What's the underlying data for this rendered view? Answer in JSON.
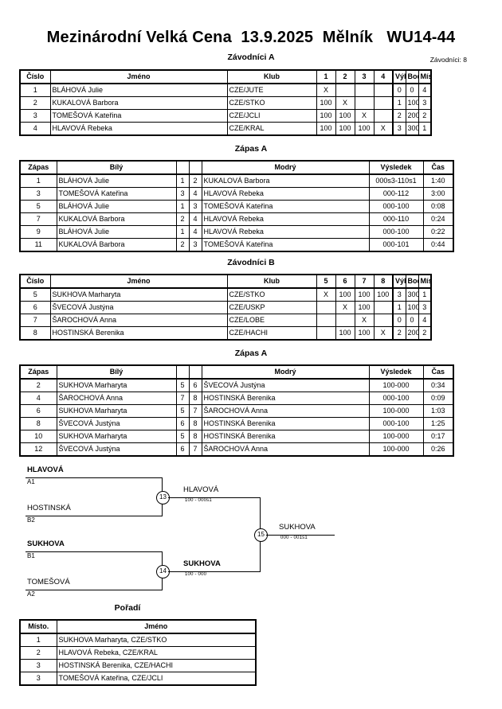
{
  "header": {
    "title": "Mezinárodní Velká Cena  13.9.2025  Mělník   WU14-44",
    "entrants_label": "Závodníci: 8"
  },
  "group_a": {
    "caption": "Závodníci A",
    "columns": [
      "Číslo",
      "Jméno",
      "Klub",
      "1",
      "2",
      "3",
      "4",
      "Výhra",
      "Body",
      "Místo."
    ],
    "rows": [
      {
        "cislo": "1",
        "jmeno": "BLÁHOVÁ Julie",
        "klub": "CZE/JUTE",
        "m": [
          "X",
          "",
          "",
          ""
        ],
        "vyhra": "0",
        "body": "0",
        "misto": "4"
      },
      {
        "cislo": "2",
        "jmeno": "KUKALOVÁ Barbora",
        "klub": "CZE/STKO",
        "m": [
          "100",
          "X",
          "",
          ""
        ],
        "vyhra": "1",
        "body": "100",
        "misto": "3"
      },
      {
        "cislo": "3",
        "jmeno": "TOMEŠOVÁ Kateřina",
        "klub": "CZE/JCLI",
        "m": [
          "100",
          "100",
          "X",
          ""
        ],
        "vyhra": "2",
        "body": "200",
        "misto": "2"
      },
      {
        "cislo": "4",
        "jmeno": "HLAVOVÁ Rebeka",
        "klub": "CZE/KRAL",
        "m": [
          "100",
          "100",
          "100",
          "X"
        ],
        "vyhra": "3",
        "body": "300",
        "misto": "1"
      }
    ]
  },
  "matches_a": {
    "caption": "Zápas A",
    "columns": [
      "Zápas",
      "Bílý",
      "",
      "",
      "Modrý",
      "Výsledek",
      "Čas"
    ],
    "rows": [
      {
        "zapas": "1",
        "bily": "BLÁHOVÁ Julie",
        "n1": "1",
        "n2": "2",
        "modry": "KUKALOVÁ Barbora",
        "vysledek": "000s3-110s1",
        "cas": "1:40",
        "winner": "blue"
      },
      {
        "zapas": "3",
        "bily": "TOMEŠOVÁ Kateřina",
        "n1": "3",
        "n2": "4",
        "modry": "HLAVOVÁ Rebeka",
        "vysledek": "000-112",
        "cas": "3:00",
        "winner": "blue"
      },
      {
        "zapas": "5",
        "bily": "BLÁHOVÁ Julie",
        "n1": "1",
        "n2": "3",
        "modry": "TOMEŠOVÁ Kateřina",
        "vysledek": "000-100",
        "cas": "0:08",
        "winner": "blue"
      },
      {
        "zapas": "7",
        "bily": "KUKALOVÁ Barbora",
        "n1": "2",
        "n2": "4",
        "modry": "HLAVOVÁ Rebeka",
        "vysledek": "000-110",
        "cas": "0:24",
        "winner": "blue"
      },
      {
        "zapas": "9",
        "bily": "BLÁHOVÁ Julie",
        "n1": "1",
        "n2": "4",
        "modry": "HLAVOVÁ Rebeka",
        "vysledek": "000-100",
        "cas": "0:22",
        "winner": "blue"
      },
      {
        "zapas": "11",
        "bily": "KUKALOVÁ Barbora",
        "n1": "2",
        "n2": "3",
        "modry": "TOMEŠOVÁ Kateřina",
        "vysledek": "000-101",
        "cas": "0:44",
        "winner": "blue"
      }
    ]
  },
  "group_b": {
    "caption": "Závodníci B",
    "columns": [
      "Číslo",
      "Jméno",
      "Klub",
      "5",
      "6",
      "7",
      "8",
      "Výhra",
      "Body",
      "Místo."
    ],
    "rows": [
      {
        "cislo": "5",
        "jmeno": "SUKHOVA Marharyta",
        "klub": "CZE/STKO",
        "m": [
          "X",
          "100",
          "100",
          "100"
        ],
        "vyhra": "3",
        "body": "300",
        "misto": "1"
      },
      {
        "cislo": "6",
        "jmeno": "ŠVECOVÁ Justýna",
        "klub": "CZE/USKP",
        "m": [
          "",
          "X",
          "100",
          ""
        ],
        "vyhra": "1",
        "body": "100",
        "misto": "3"
      },
      {
        "cislo": "7",
        "jmeno": "ŠAROCHOVÁ Anna",
        "klub": "CZE/LOBE",
        "m": [
          "",
          "",
          "X",
          ""
        ],
        "vyhra": "0",
        "body": "0",
        "misto": "4"
      },
      {
        "cislo": "8",
        "jmeno": "HOSTINSKÁ Berenika",
        "klub": "CZE/HACHI",
        "m": [
          "",
          "100",
          "100",
          "X"
        ],
        "vyhra": "2",
        "body": "200",
        "misto": "2"
      }
    ]
  },
  "matches_b": {
    "caption": "Zápas A",
    "columns": [
      "Zápas",
      "Bílý",
      "",
      "",
      "Modrý",
      "Výsledek",
      "Čas"
    ],
    "rows": [
      {
        "zapas": "2",
        "bily": "SUKHOVA Marharyta",
        "n1": "5",
        "n2": "6",
        "modry": "ŠVECOVÁ Justýna",
        "vysledek": "100-000",
        "cas": "0:34",
        "winner": "white"
      },
      {
        "zapas": "4",
        "bily": "ŠAROCHOVÁ Anna",
        "n1": "7",
        "n2": "8",
        "modry": "HOSTINSKÁ Berenika",
        "vysledek": "000-100",
        "cas": "0:09",
        "winner": "blue"
      },
      {
        "zapas": "6",
        "bily": "SUKHOVA Marharyta",
        "n1": "5",
        "n2": "7",
        "modry": "ŠAROCHOVÁ Anna",
        "vysledek": "100-000",
        "cas": "1:03",
        "winner": "white"
      },
      {
        "zapas": "8",
        "bily": "ŠVECOVÁ Justýna",
        "n1": "6",
        "n2": "8",
        "modry": "HOSTINSKÁ Berenika",
        "vysledek": "000-100",
        "cas": "1:25",
        "winner": "blue"
      },
      {
        "zapas": "10",
        "bily": "SUKHOVA Marharyta",
        "n1": "5",
        "n2": "8",
        "modry": "HOSTINSKÁ Berenika",
        "vysledek": "100-000",
        "cas": "0:17",
        "winner": "white"
      },
      {
        "zapas": "12",
        "bily": "ŠVECOVÁ Justýna",
        "n1": "6",
        "n2": "7",
        "modry": "ŠAROCHOVÁ Anna",
        "vysledek": "100-000",
        "cas": "0:26",
        "winner": "white"
      }
    ]
  },
  "bracket": {
    "entries": [
      {
        "name": "HLAVOVÁ",
        "seed": "A1",
        "bold": true
      },
      {
        "name": "HOSTINSKÁ",
        "seed": "B2",
        "bold": false
      },
      {
        "name": "SUKHOVA",
        "seed": "B1",
        "bold": true
      },
      {
        "name": "TOMEŠOVÁ",
        "seed": "A2",
        "bold": false
      }
    ],
    "semifinals": [
      {
        "number": "13",
        "winner": "HLAVOVÁ",
        "score": "100 - 000s1",
        "bold": false
      },
      {
        "number": "14",
        "winner": "SUKHOVA",
        "score": "100 - 000",
        "bold": true
      }
    ],
    "final": {
      "number": "15",
      "winner": "SUKHOVA",
      "score": "000 - 001s1",
      "bold": false
    }
  },
  "standings": {
    "caption": "Pořadí",
    "columns": [
      "Místo.",
      "Jméno"
    ],
    "rows": [
      {
        "misto": "1",
        "jmeno": "SUKHOVA Marharyta, CZE/STKO"
      },
      {
        "misto": "2",
        "jmeno": "HLAVOVÁ Rebeka, CZE/KRAL"
      },
      {
        "misto": "3",
        "jmeno": "HOSTINSKÁ Berenika, CZE/HACHI"
      },
      {
        "misto": "3",
        "jmeno": "TOMEŠOVÁ Kateřina, CZE/JCLI"
      }
    ]
  }
}
